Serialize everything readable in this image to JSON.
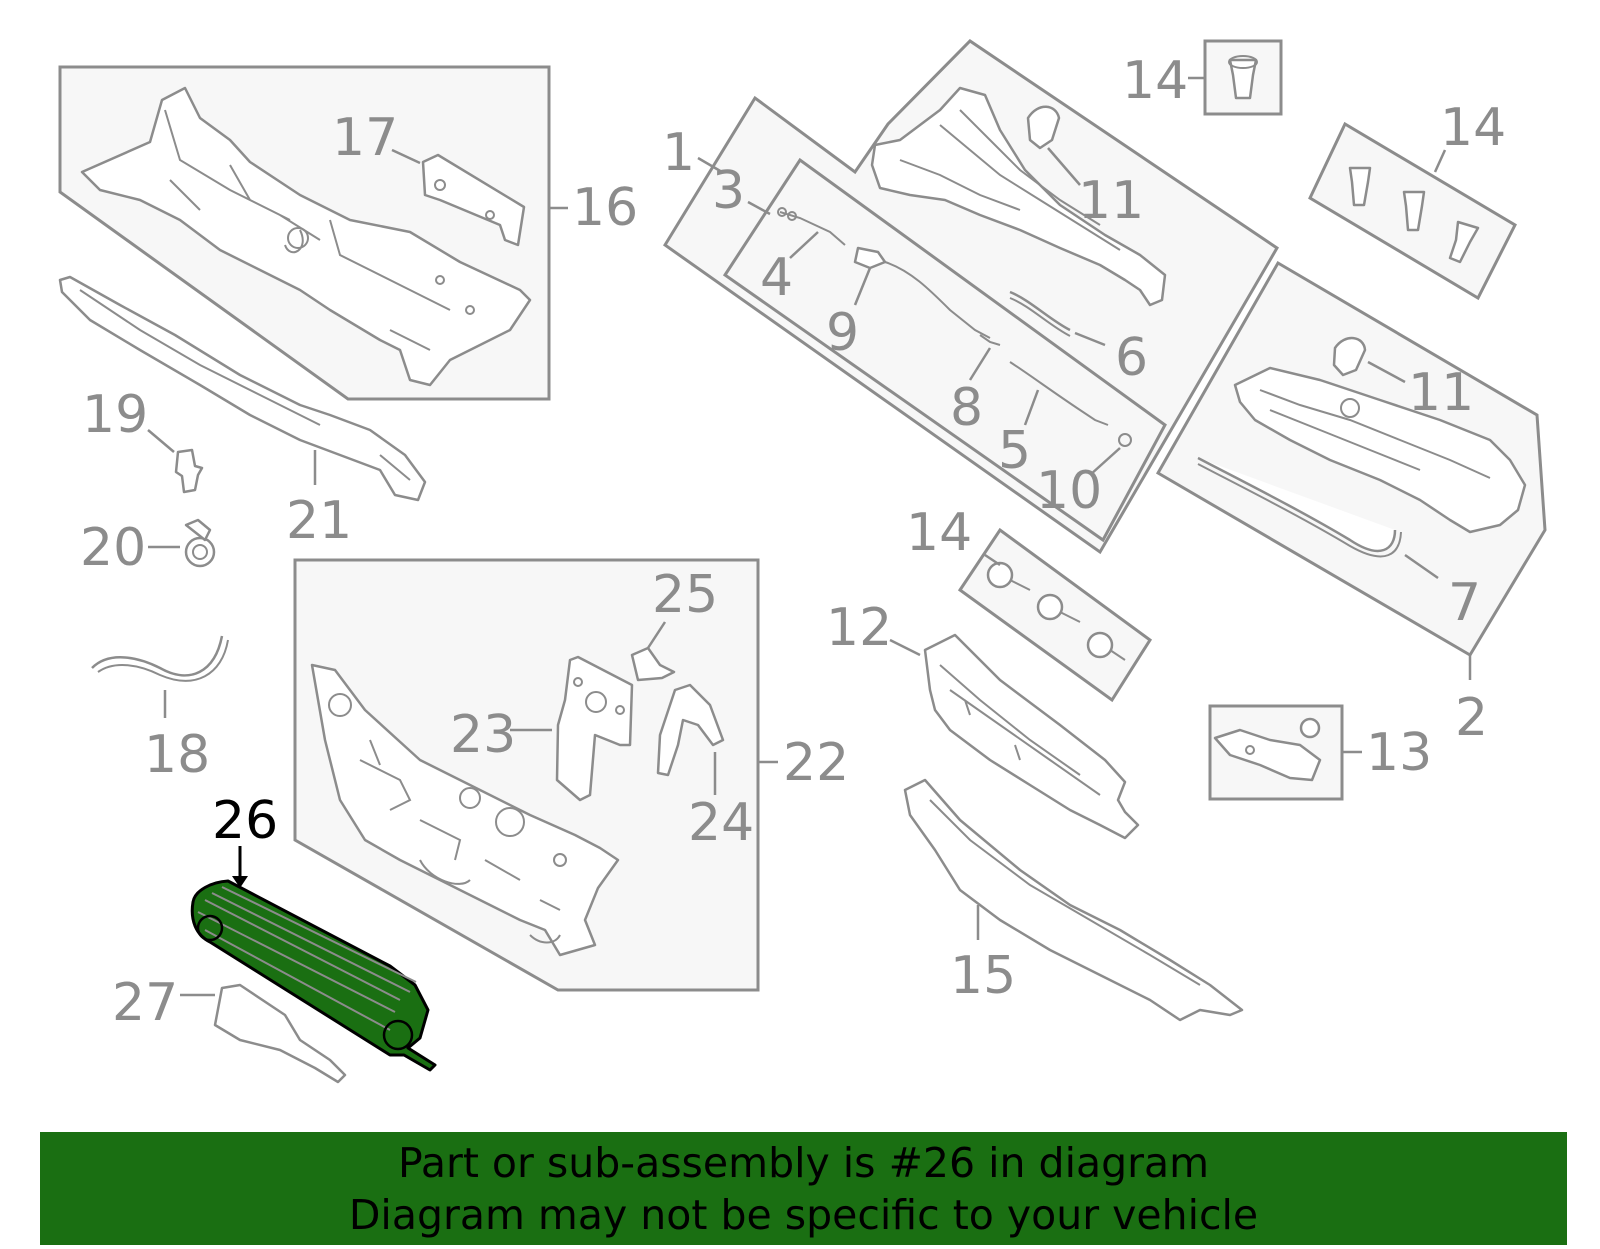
{
  "callouts": {
    "c1": "1",
    "c2": "2",
    "c3": "3",
    "c4": "4",
    "c5": "5",
    "c6": "6",
    "c7": "7",
    "c8": "8",
    "c9": "9",
    "c10": "10",
    "c11a": "11",
    "c11b": "11",
    "c12": "12",
    "c13": "13",
    "c14a": "14",
    "c14b": "14",
    "c14c": "14",
    "c15": "15",
    "c16": "16",
    "c17": "17",
    "c18": "18",
    "c19": "19",
    "c20": "20",
    "c21": "21",
    "c22": "22",
    "c23": "23",
    "c24": "24",
    "c25": "25",
    "c26": "26",
    "c27": "27"
  },
  "highlight": {
    "part_number": "26",
    "color": "#1a6f12"
  },
  "banner": {
    "line1": "Part or sub-assembly is #26 in diagram",
    "line2": "Diagram may not be specific to your vehicle",
    "background": "#1a6f12"
  }
}
